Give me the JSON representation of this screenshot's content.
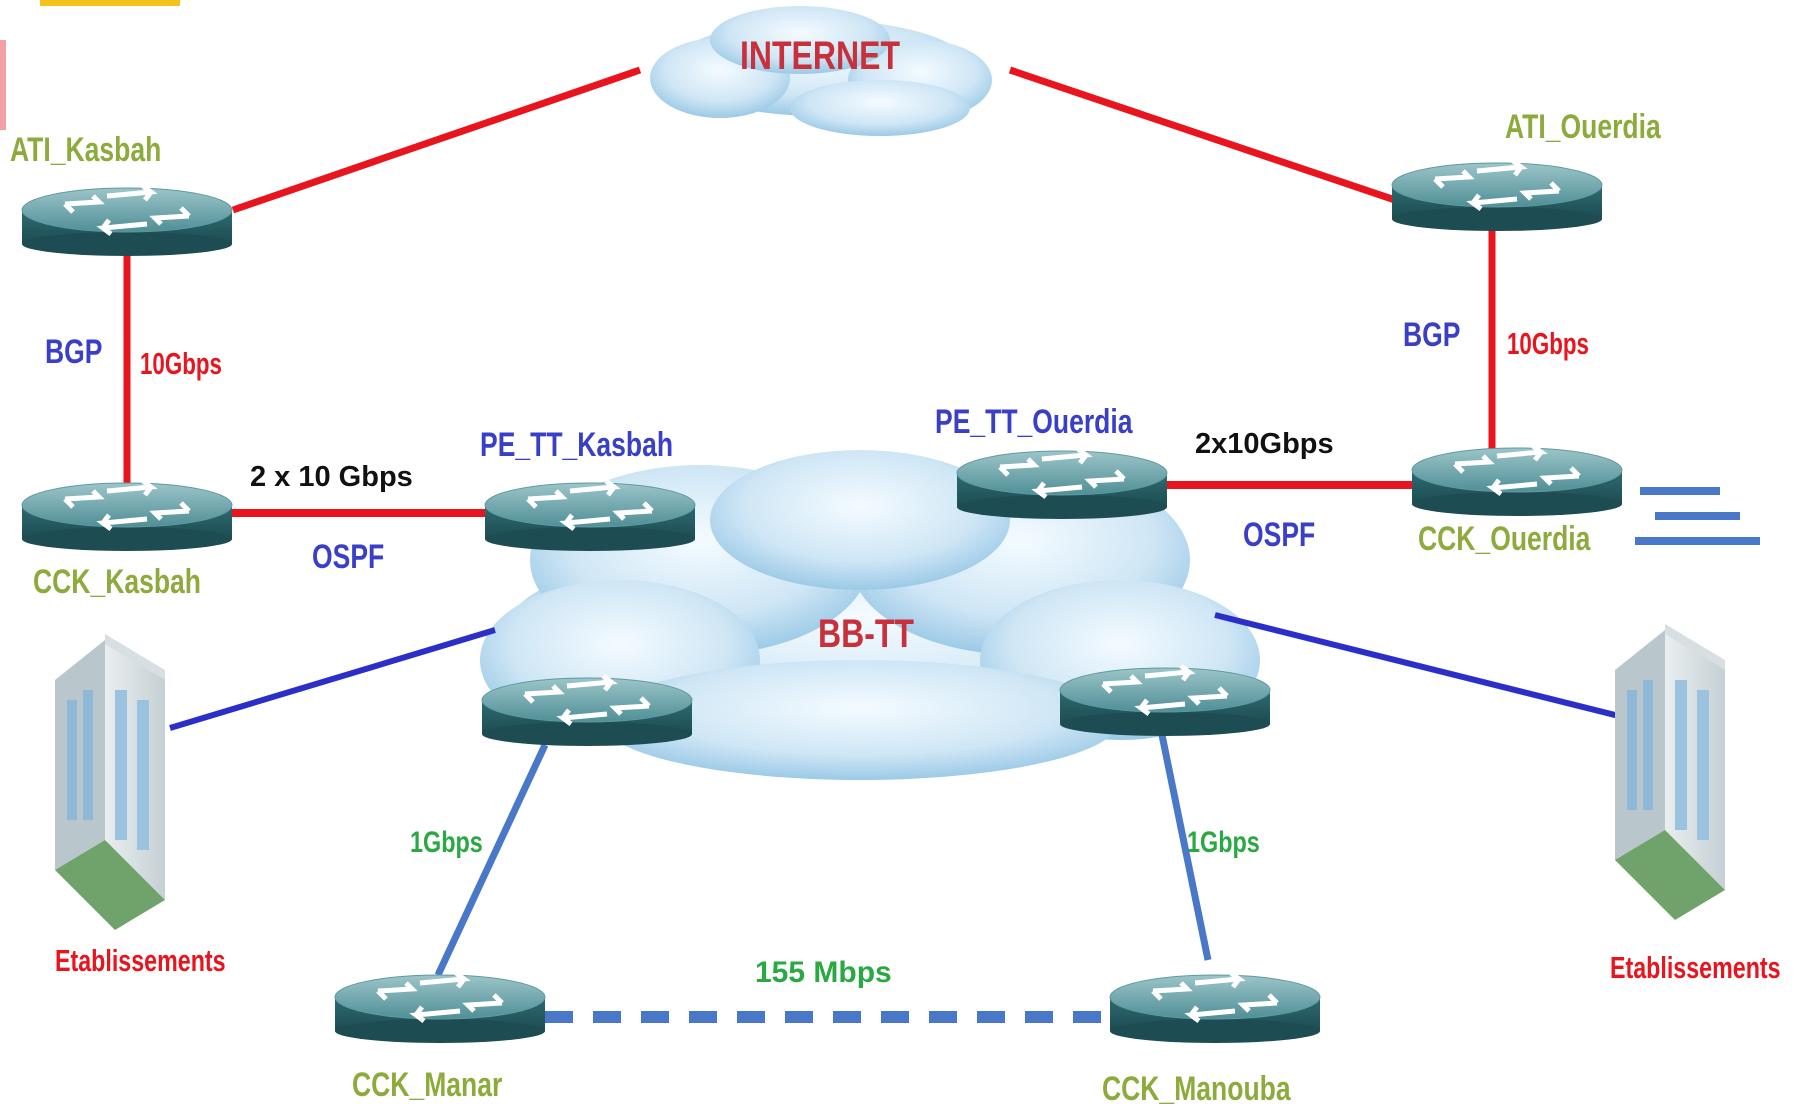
{
  "clouds": {
    "internet": "INTERNET",
    "backbone": "BB-TT"
  },
  "routers": {
    "ati_kasbah": "ATI_Kasbah",
    "ati_ouerdia": "ATI_Ouerdia",
    "cck_kasbah": "CCK_Kasbah",
    "cck_ouerdia": "CCK_Ouerdia",
    "pe_tt_kasbah": "PE_TT_Kasbah",
    "pe_tt_ouerdia": "PE_TT_Ouerdia",
    "cck_manar": "CCK_Manar",
    "cck_manouba": "CCK_Manouba"
  },
  "links": {
    "bgp_left": "BGP",
    "bgp_left_speed": "10Gbps",
    "bgp_right": "BGP",
    "bgp_right_speed": "10Gbps",
    "ospf_left_speed": "2 x 10 Gbps",
    "ospf_left": "OSPF",
    "ospf_right_speed": "2x10Gbps",
    "ospf_right": "OSPF",
    "manar_speed": "1Gbps",
    "manouba_speed": "1Gbps",
    "manar_manouba_speed": "155 Mbps"
  },
  "sites": {
    "left": "Etablissements",
    "right": "Etablissements"
  },
  "colors": {
    "wan_link": "#e8141e",
    "lan_link": "#2b2fc8",
    "access_link": "#4a78c8",
    "node_label": "#8cab3c",
    "protocol_label": "#3a3fc8",
    "speed_red": "#e8141e",
    "speed_green": "#2aa843",
    "cloud_label": "#c8303c",
    "router_body": "#3f7f86"
  }
}
